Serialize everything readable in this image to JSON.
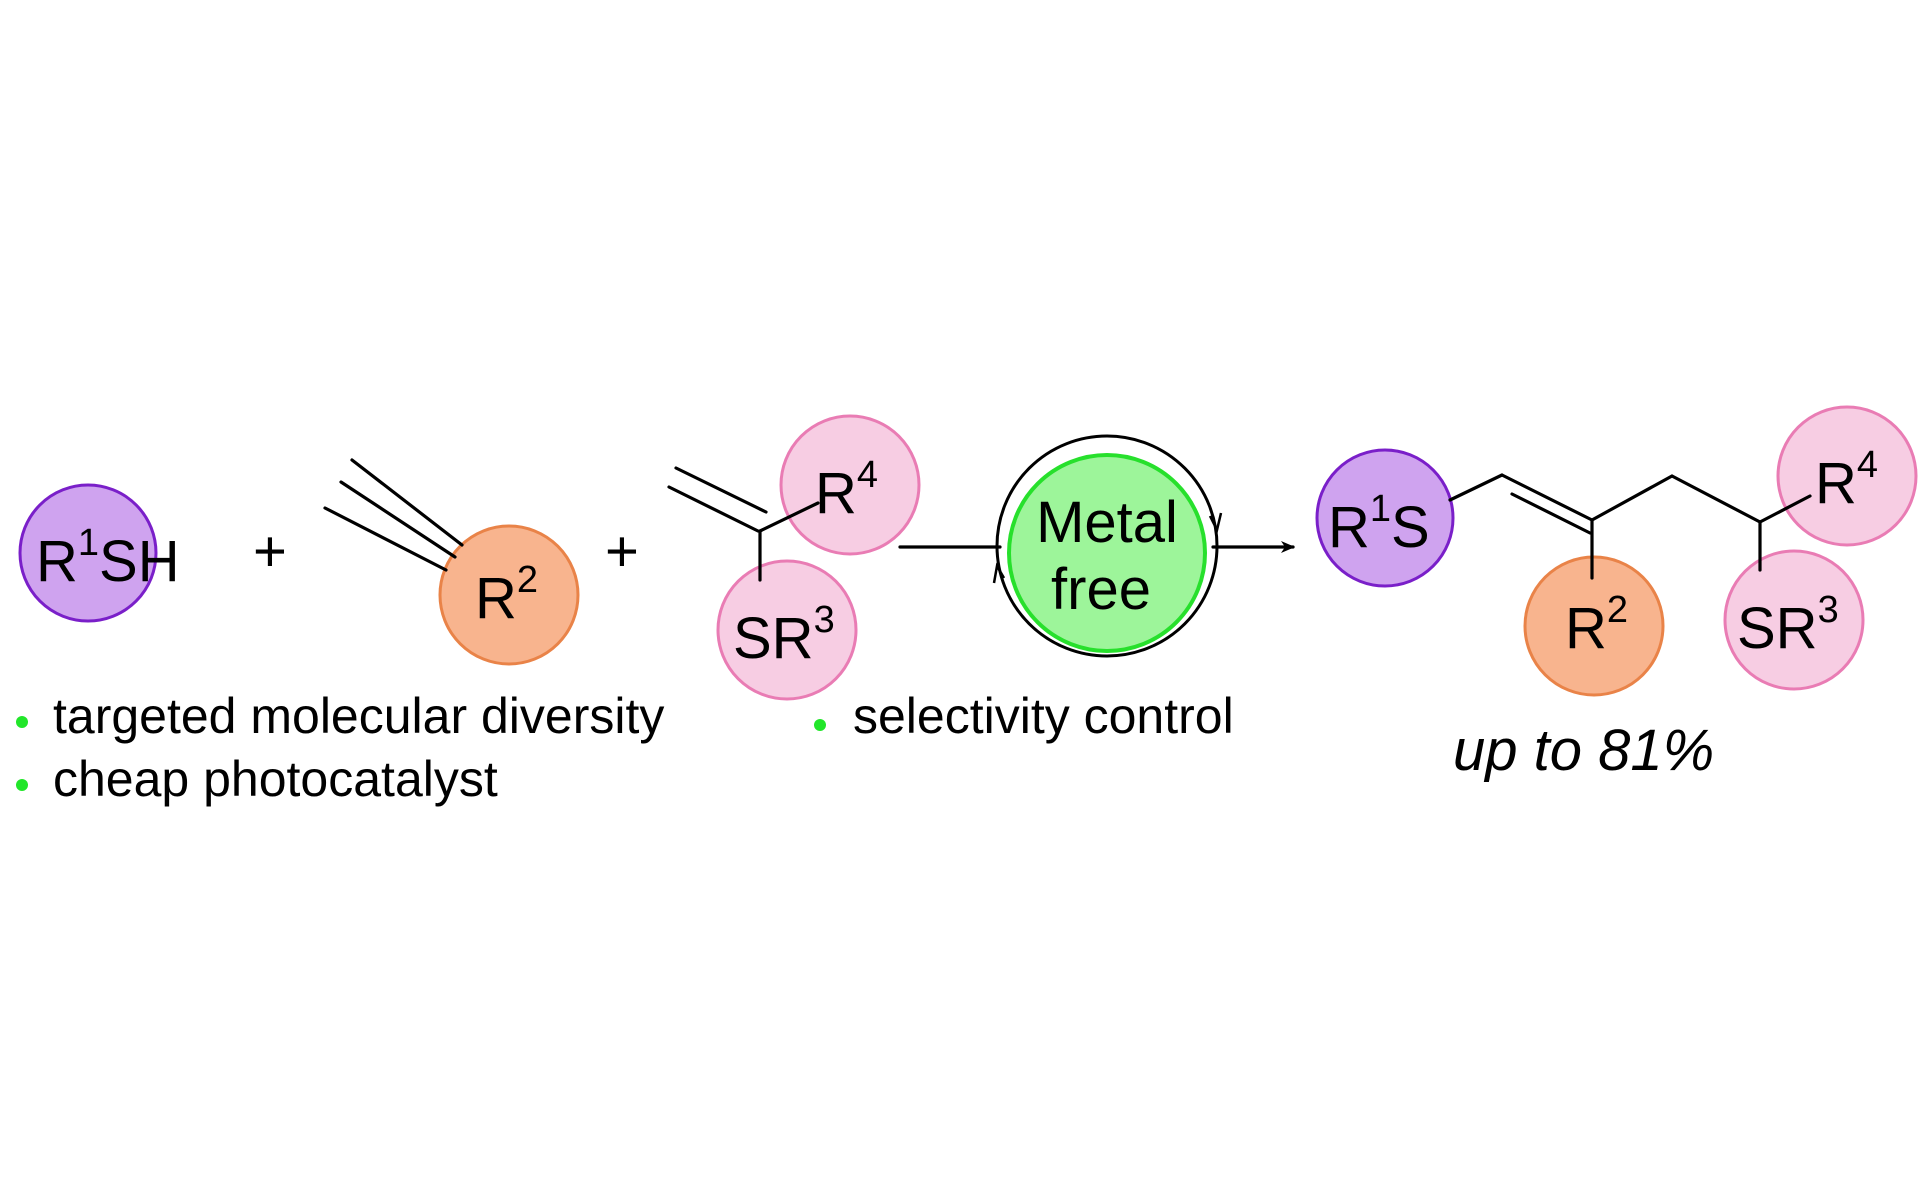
{
  "colors": {
    "purple_fill": "#cfa3ef",
    "purple_stroke": "#7a1fc9",
    "orange_fill": "#f8b48e",
    "orange_stroke": "#e98348",
    "pink_fill": "#f7cde3",
    "pink_stroke": "#e97cb4",
    "green_fill": "#9df59a",
    "green_stroke": "#27e02c",
    "bullet": "#22e62a"
  },
  "reactants": {
    "thiol": {
      "r": "R",
      "r_sup": "1",
      "rest": "SH"
    },
    "plus_1": "+",
    "alkyne": {
      "r": "R",
      "r_sup": "2"
    },
    "plus_2": "+",
    "alkene": {
      "top_r": "R",
      "top_sup": "4",
      "bottom_pre": "SR",
      "bottom_sup": "3"
    }
  },
  "catalyst": {
    "line1": "Metal",
    "line2": "free"
  },
  "product": {
    "left": {
      "r": "R",
      "r_sup": "1",
      "rest": "S"
    },
    "mid": {
      "r": "R",
      "r_sup": "2"
    },
    "top_right": {
      "r": "R",
      "r_sup": "4"
    },
    "bottom_right": {
      "pre": "SR",
      "sup": "3"
    }
  },
  "bullets": [
    "targeted molecular diversity",
    "cheap photocatalyst",
    "selectivity control"
  ],
  "yield_text": "up to 81%"
}
